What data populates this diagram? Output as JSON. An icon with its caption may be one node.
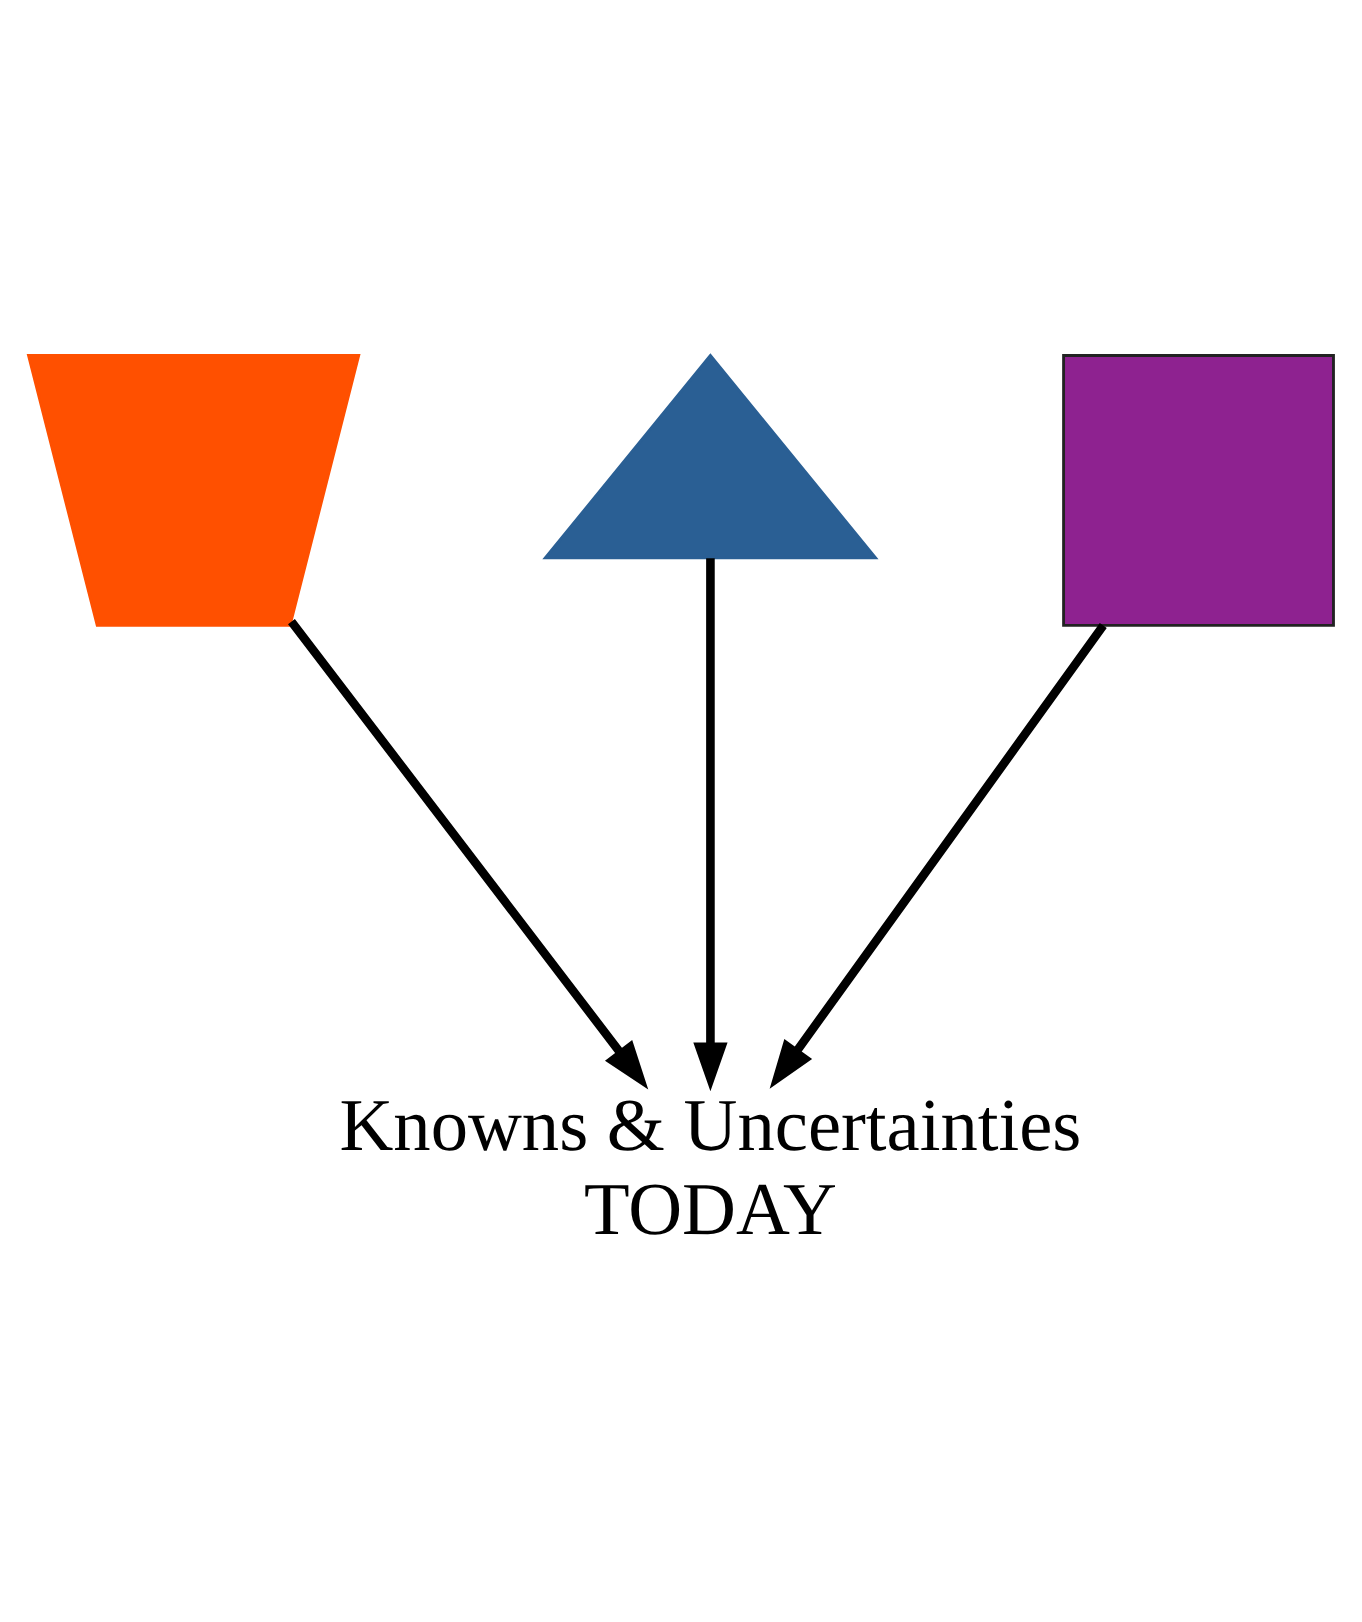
{
  "diagram": {
    "nodes": [
      {
        "text": [],
        "shape": "trapezoid"
      },
      {
        "text": [],
        "shape": "triangle"
      },
      {
        "text": [],
        "shape": "box"
      },
      {
        "text": [
          "Knowns & Uncertainties",
          "TODAY"
        ]
      }
    ],
    "edges": [
      {
        "from": 0,
        "to": 3,
        "arrow": "to"
      },
      {
        "from": 1,
        "to": 3,
        "arrow": "to"
      },
      {
        "from": 2,
        "to": 3,
        "arrow": "to"
      }
    ]
  }
}
